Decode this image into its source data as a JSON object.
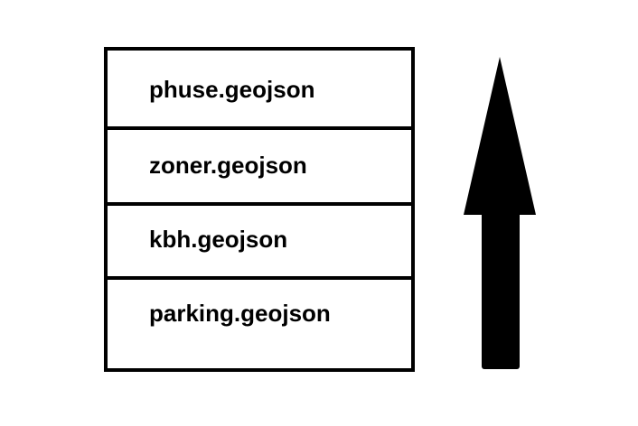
{
  "layers": [
    {
      "label": "phuse.geojson"
    },
    {
      "label": "zoner.geojson"
    },
    {
      "label": "kbh.geojson"
    },
    {
      "label": "parking.geojson"
    }
  ],
  "arrow": {
    "direction": "up",
    "color": "#000000"
  }
}
